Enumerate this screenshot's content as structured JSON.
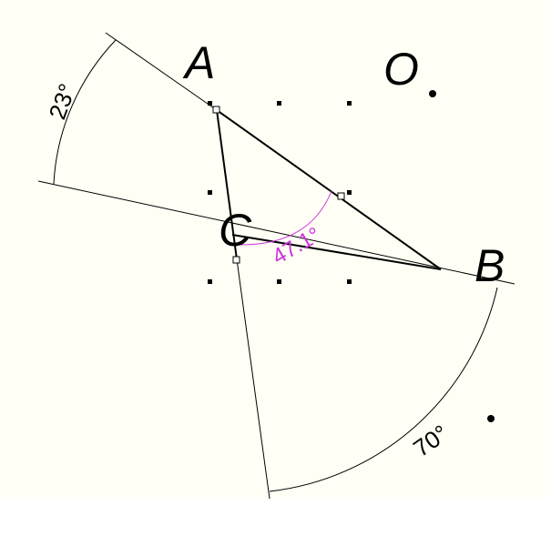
{
  "colors": {
    "canvas_bg": "#fffff5",
    "ink": "#000000",
    "measure": "#cc33dd"
  },
  "points": {
    "A": "A",
    "B": "B",
    "C": "C",
    "O": "O"
  },
  "angles": {
    "top_left_sector": "23°",
    "bottom_right_sector": "70°",
    "measured": "47.1°"
  }
}
